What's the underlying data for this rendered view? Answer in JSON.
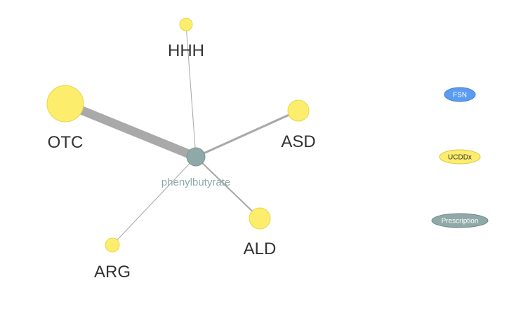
{
  "network": {
    "hub": {
      "id": "phenylbutyrate",
      "label": "phenylbutyrate",
      "color": "#8fa9a8"
    },
    "nodes": [
      {
        "id": "HHH",
        "label": "HHH",
        "weight": 1.0
      },
      {
        "id": "OTC",
        "label": "OTC",
        "weight": 4.3
      },
      {
        "id": "ASD",
        "label": "ASD",
        "weight": 1.5
      },
      {
        "id": "ALD",
        "label": "ALD",
        "weight": 1.6
      },
      {
        "id": "ARG",
        "label": "ARG",
        "weight": 1.0
      }
    ],
    "edges": [
      {
        "source": "phenylbutyrate",
        "target": "HHH",
        "weight": 1
      },
      {
        "source": "phenylbutyrate",
        "target": "OTC",
        "weight": 12
      },
      {
        "source": "phenylbutyrate",
        "target": "ASD",
        "weight": 3
      },
      {
        "source": "phenylbutyrate",
        "target": "ALD",
        "weight": 2
      },
      {
        "source": "phenylbutyrate",
        "target": "ARG",
        "weight": 1
      }
    ],
    "node_color": "#fded6d",
    "node_stroke": "#e8d64a",
    "edge_color": "#a9a9a9"
  },
  "legend": [
    {
      "id": "fsn",
      "label": "FSN",
      "color": "#5b9cf0",
      "stroke": "#3f7fd4"
    },
    {
      "id": "ucddx",
      "label": "UCDDx",
      "color": "#fded6d",
      "stroke": "#d9c74a"
    },
    {
      "id": "prescription",
      "label": "Prescription",
      "color": "#8fa9a8",
      "stroke": "#6f8a89"
    }
  ]
}
